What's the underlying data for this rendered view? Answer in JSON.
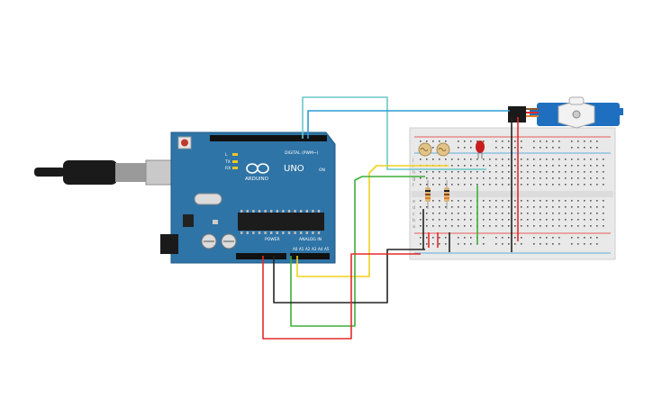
{
  "board": {
    "brand": "ARDUINO",
    "model": "UNO",
    "digital_header": "DIGITAL (PWM~)",
    "power_header": "POWER",
    "analog_header": "ANALOG IN",
    "pin_a0": "A0",
    "pin_a1": "A1",
    "pin_a2": "A2",
    "pin_a3": "A3",
    "pin_a4": "A4",
    "pin_a5": "A5",
    "label_tx": "TX",
    "label_rx": "RX",
    "label_l": "L",
    "label_on": "ON",
    "color_pcb": "#2f74a6"
  },
  "breadboard": {
    "row_letters_top": [
      "j",
      "i",
      "h",
      "g",
      "f"
    ],
    "row_letters_bottom": [
      "e",
      "d",
      "c",
      "b",
      "a"
    ],
    "color_body": "#e9e9e9"
  },
  "wires": {
    "red": "#e52a2a",
    "black": "#222222",
    "yellow": "#f1d21b",
    "green": "#3fae3a",
    "blue": "#2f9bd6",
    "teal": "#6bc8c8"
  },
  "components": {
    "servo_color": "#1e6fbf",
    "led_color": "#c81e1e",
    "photoresistor_color": "#e2c48a",
    "usb_cable_color": "#1a1a1a"
  }
}
